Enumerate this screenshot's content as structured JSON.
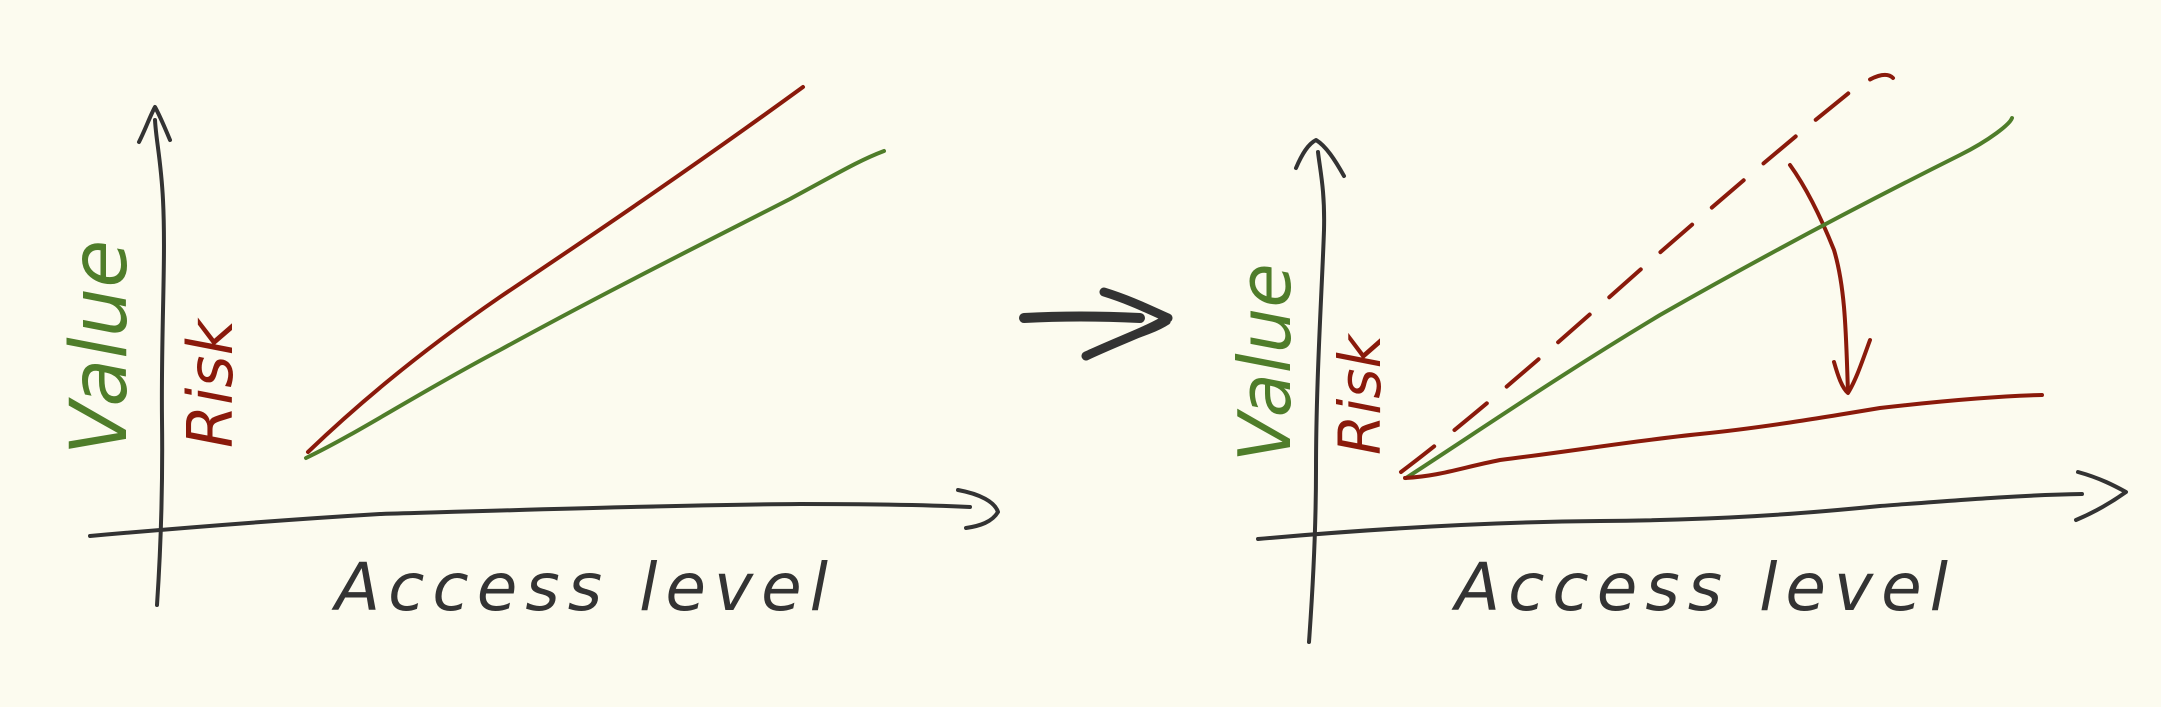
{
  "colors": {
    "background": "#fcfbef",
    "axis": "#333333",
    "value": "#4f7d2a",
    "risk": "#8a1a0b"
  },
  "left_panel": {
    "y_label_value": "Value",
    "y_label_risk": "Risk",
    "x_label": "Access level"
  },
  "transition_arrow": "arrow-right",
  "right_panel": {
    "y_label_value": "Value",
    "y_label_risk": "Risk",
    "x_label": "Access level"
  }
}
